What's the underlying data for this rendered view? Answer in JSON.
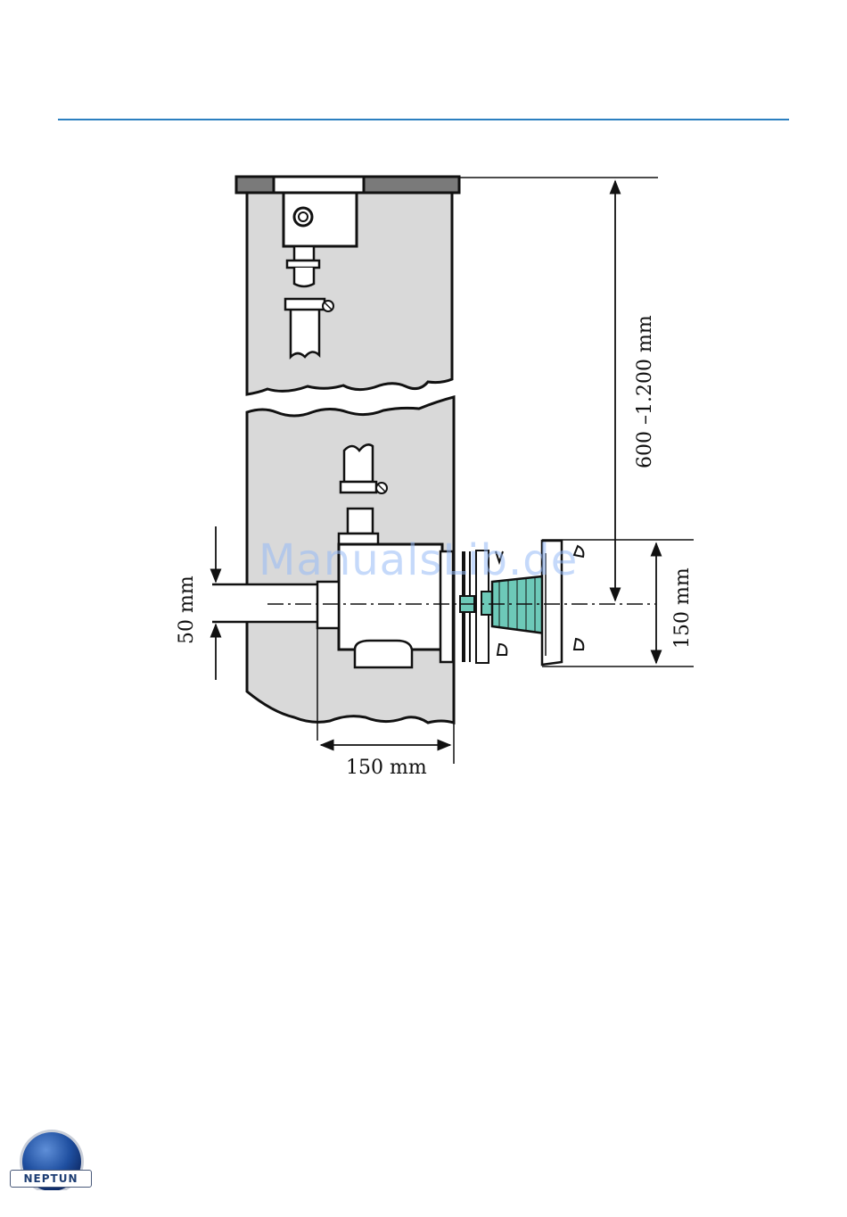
{
  "header": {
    "rule_color": "#2b7fc0"
  },
  "diagram": {
    "dim_height": "600 –1.200 mm",
    "dim_width_bottom": "150 mm",
    "dim_height_right": "150 mm",
    "dim_pipe": "50 mm",
    "accent_color": "#6dc9b8"
  },
  "watermark": "ManualsLib.de",
  "logo": {
    "text": "NEPTUN"
  }
}
